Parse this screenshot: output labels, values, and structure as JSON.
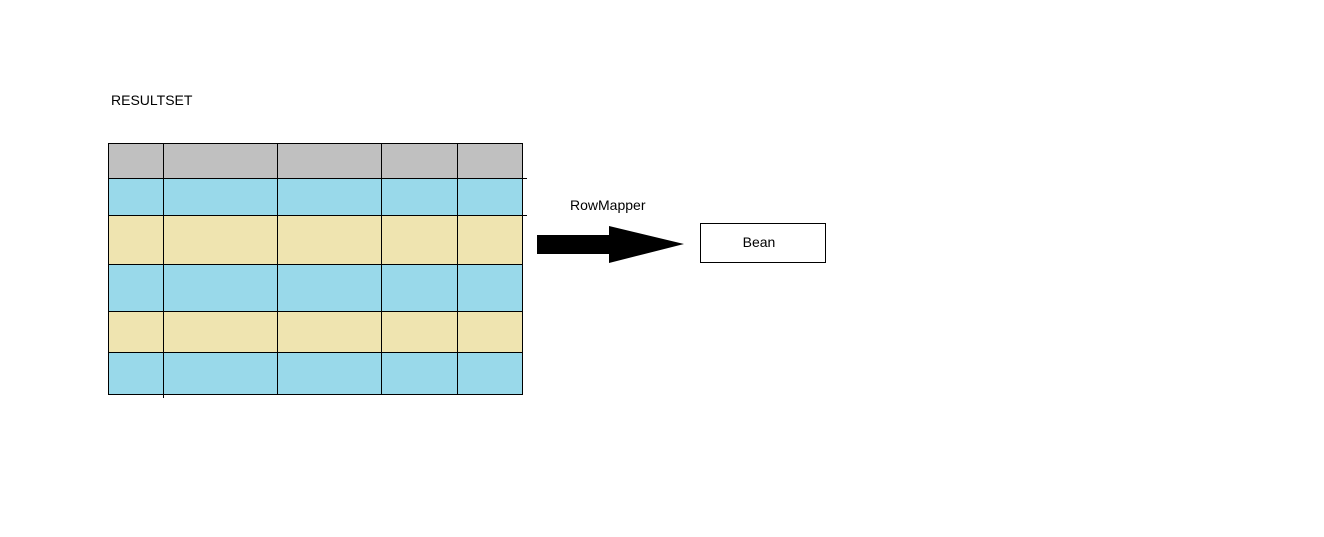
{
  "title": "RESULTSET",
  "arrow_label": "RowMapper",
  "target_label": "Bean",
  "table": {
    "columns": 5,
    "row_kinds": [
      "header",
      "blue",
      "tan",
      "blue",
      "tan",
      "blue"
    ]
  },
  "colors": {
    "header": "#c0c0c0",
    "blue": "#99d9ea",
    "tan": "#efe4b0",
    "line": "#000000",
    "arrow": "#000000",
    "background": "#ffffff"
  },
  "icons": {
    "arrow": "right-arrow-icon"
  }
}
